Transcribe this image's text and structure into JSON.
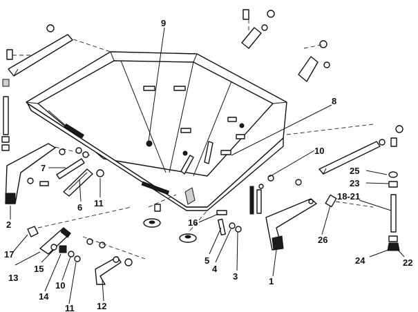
{
  "labels": {
    "l1": "1",
    "l2": "2",
    "l3": "3",
    "l4": "4",
    "l5": "5",
    "l6": "6",
    "l7": "7",
    "l8": "8",
    "l9": "9",
    "l10a": "10",
    "l10b": "10",
    "l11a": "11",
    "l11b": "11",
    "l12": "12",
    "l13": "13",
    "l14": "14",
    "l15": "15",
    "l16": "16",
    "l17": "17",
    "l1821": "18-21",
    "l22": "22",
    "l23": "23",
    "l24": "24",
    "l25": "25",
    "l26": "26"
  }
}
